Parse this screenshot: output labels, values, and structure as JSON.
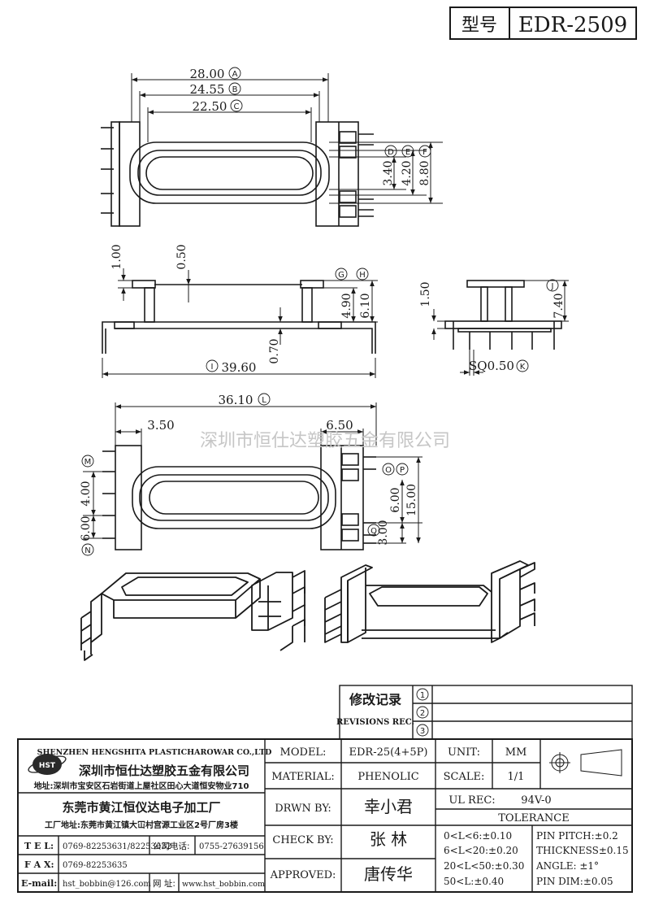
{
  "title_block": {
    "label": "型号",
    "model_code": "EDR-2509"
  },
  "watermark": "深圳市恒仕达塑胶五金有限公司",
  "dimensions": {
    "a": "28.00",
    "b": "24.55",
    "c": "22.50",
    "d": "3.40",
    "e": "4.20",
    "f": "8.80",
    "side_top_left": "1.00",
    "side_top_mid": "0.50",
    "g_val": "4.90",
    "h_val": "6.10",
    "bottom_gap": "0.70",
    "i_val": "39.60",
    "end_top": "1.50",
    "j_val": "7.40",
    "k_val": "SQ0.50",
    "l_val": "36.10",
    "left_offset": "3.50",
    "right_offset": "6.50",
    "m_val": "4.00",
    "n_val": "6.00",
    "o_val": "6.00",
    "p_val": "15.00",
    "q_val": "3.00"
  },
  "markers": {
    "a": "A",
    "b": "B",
    "c": "C",
    "d": "D",
    "e": "E",
    "f": "F",
    "g": "G",
    "h": "H",
    "i": "I",
    "j": "J",
    "k": "K",
    "l": "L",
    "m": "M",
    "n": "N",
    "o": "O",
    "p": "P",
    "q": "Q"
  },
  "revisions": {
    "title_cn": "修改记录",
    "title_en": "REVISIONS REC.",
    "rows": [
      "1",
      "2",
      "3"
    ]
  },
  "company": {
    "logo_text": "HST",
    "name_en": "SHENZHEN HENGSHITA PLASTICHAROWAR CO.,LTD",
    "name_cn": "深圳市恒仕达塑胶五金有限公司",
    "address": "地址:深圳市宝安区石岩街道上屋社区田心大道恒安物业710",
    "factory_name": "东莞市黄江恒仪达电子加工厂",
    "factory_address": "工厂地址:东莞市黄江镇大冚村宫源工业区2号厂房3楼"
  },
  "contact": {
    "tel_label": "T E L:",
    "tel_value": "0769-82253631/82253632",
    "phone_label": "公司电话:",
    "phone_value": "0755-27639156",
    "fax_label": "F A X:",
    "fax_value": "0769-82253635",
    "email_label": "E-mail:",
    "email_value": "hst_bobbin@126.com",
    "web_label": "网  址:",
    "web_value": "www.hst_bobbin.com"
  },
  "specs": {
    "model_label": "MODEL:",
    "model_value": "EDR-25(4+5P)",
    "unit_label": "UNIT:",
    "unit_value": "MM",
    "material_label": "MATERIAL:",
    "material_value": "PHENOLIC",
    "scale_label": "SCALE:",
    "scale_value": "1/1",
    "drawn_label": "DRWN BY:",
    "drawn_value": "幸小君",
    "ul_label": "UL REC:",
    "ul_value": "94V-0",
    "tolerance_label": "TOLERANCE",
    "check_label": "CHECK BY:",
    "check_value": "张  林",
    "approved_label": "APPROVED:",
    "approved_value": "唐传华",
    "tol_1": "0<L<6:±0.10",
    "tol_2": "6<L<20:±0.20",
    "tol_3": "20<L<50:±0.30",
    "tol_4": "50<L:±0.40",
    "pin_pitch": "PIN PITCH:±0.2",
    "thickness": "THICKNESS±0.15",
    "angle": "ANGLE: ±1°",
    "pin_dim": "PIN DIM:±0.05"
  }
}
